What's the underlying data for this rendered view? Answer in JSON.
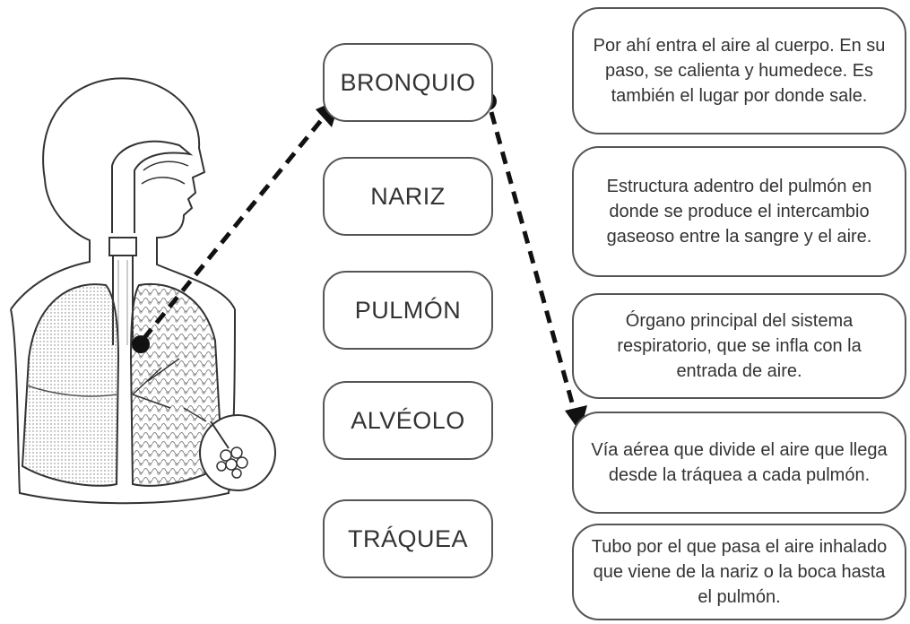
{
  "terms": [
    "BRONQUIO",
    "NARIZ",
    "PULMÓN",
    "ALVÉOLO",
    "TRÁQUEA"
  ],
  "definitions": [
    "Por ahí entra el aire al cuerpo. En su paso, se calienta y humedece. Es también el lugar por donde sale.",
    "Estructura adentro del pulmón en donde se produce el intercambio gaseoso entre la sangre y el aire.",
    "Órgano principal del sistema respiratorio, que se infla con la entrada de aire.",
    "Vía aérea que divide el aire que llega desde la tráquea a cada pulmón.",
    "Tubo por el que pasa el aire inhalado que viene de la nariz o la boca hasta el pulmón."
  ]
}
